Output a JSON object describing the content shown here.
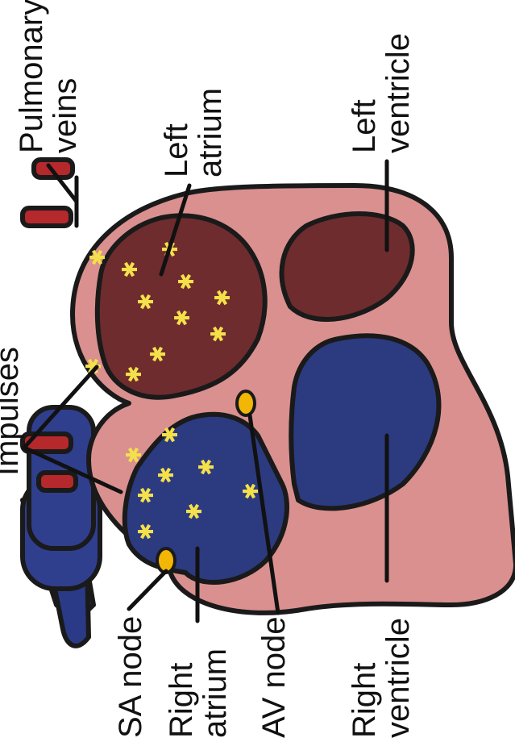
{
  "labels": {
    "pulmonary_veins": [
      "Pulmonary",
      "veins"
    ],
    "left_atrium": [
      "Left",
      "atrium"
    ],
    "left_ventricle": [
      "Left",
      "ventricle"
    ],
    "impulses": [
      "Impulses"
    ],
    "sa_node": [
      "SA node"
    ],
    "right_atrium": [
      "Right",
      "atrium"
    ],
    "av_node": [
      "AV node"
    ],
    "right_ventricle": [
      "Right",
      "ventricle"
    ]
  },
  "colors": {
    "muscle": "#d9908f",
    "muscle_shadow": "#c67a7c",
    "left_chamber": "#6e2c2e",
    "left_chamber_light": "#7e3a3a",
    "right_chamber": "#2c3a80",
    "right_chamber_light": "#39479a",
    "vessel_red": "#b5282b",
    "vessel_blue": "#2a3a86",
    "node": "#f2b705",
    "impulse_star": "#f4e04a",
    "text": "#111111"
  },
  "icons": {
    "impulse": "asterisk-star-icon",
    "node": "conduction-node-icon"
  }
}
